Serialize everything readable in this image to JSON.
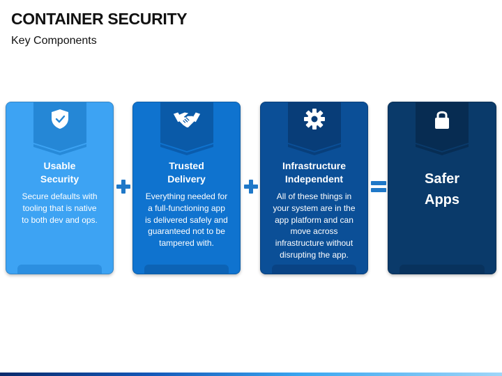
{
  "header": {
    "title": "CONTAINER SECURITY",
    "subtitle": "Key Components"
  },
  "cards": [
    {
      "heading_line1": "Usable",
      "heading_line2": "Security",
      "body_lines": [
        "Secure defaults with",
        "tooling that is native",
        "to both dev and ops."
      ],
      "icon": "shield-check-icon",
      "color": "#3da3f3"
    },
    {
      "heading_line1": "Trusted",
      "heading_line2": "Delivery",
      "body_lines": [
        "Everything needed for",
        "a full-functioning app",
        "is delivered safely and",
        "guaranteed not to be",
        "tampered with."
      ],
      "icon": "handshake-icon",
      "color": "#0f73cf"
    },
    {
      "heading_line1": "Infrastructure",
      "heading_line2": "Independent",
      "body_lines": [
        "All of these things in",
        "your system are in the",
        "app platform and can",
        "move across",
        "infrastructure without",
        "disrupting the app."
      ],
      "icon": "gear-icon",
      "color": "#0b4f97"
    },
    {
      "big_line1": "Safer",
      "big_line2": "Apps",
      "icon": "lock-icon",
      "color": "#0a3a6a"
    }
  ],
  "operators": {
    "op1": "plus-icon",
    "op2": "plus-icon",
    "op3": "equals-icon",
    "color": "#1f78c8"
  }
}
